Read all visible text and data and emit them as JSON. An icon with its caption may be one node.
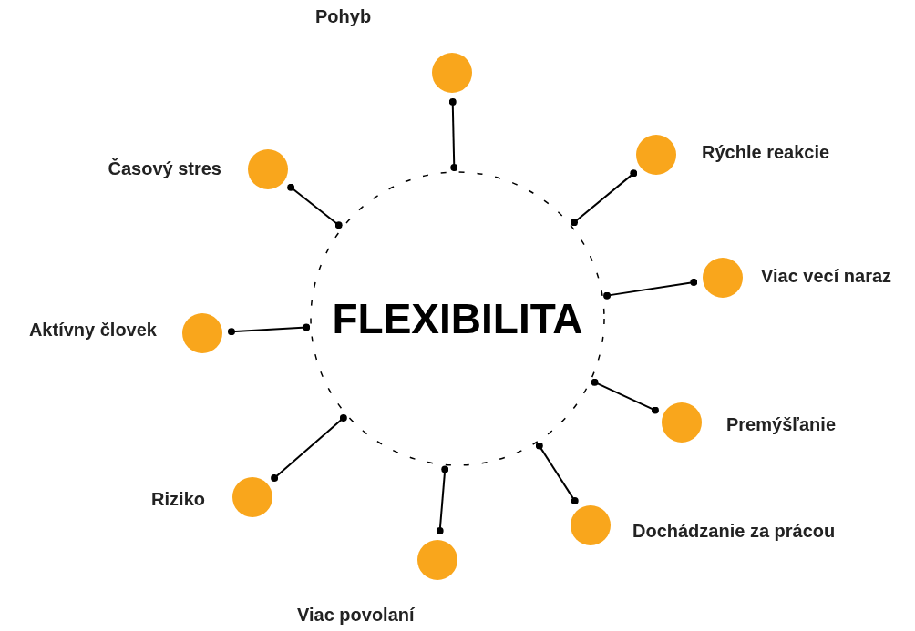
{
  "diagram": {
    "nodes": [
      {
        "text": [
          "FLEXIBILITA"
        ]
      },
      {
        "text": [],
        "shape": "circle",
        "beside": [
          "Pohyb"
        ]
      },
      {
        "text": [],
        "shape": "circle",
        "beside": [
          "Rýchle reakcie"
        ]
      },
      {
        "text": [],
        "shape": "circle",
        "beside": [
          "Viac vecí naraz"
        ]
      },
      {
        "text": [],
        "shape": "circle",
        "beside": [
          "Premýšľanie"
        ]
      },
      {
        "text": [],
        "shape": "circle",
        "beside": [
          "Dochádzanie za prácou"
        ]
      },
      {
        "text": [],
        "shape": "circle",
        "beside": [
          "Viac povolaní"
        ]
      },
      {
        "text": [],
        "shape": "circle",
        "beside": [
          "Riziko"
        ]
      },
      {
        "text": [],
        "shape": "circle",
        "beside": [
          "Aktívny človek"
        ]
      },
      {
        "text": [],
        "shape": "circle",
        "beside": [
          "Časový stres"
        ]
      }
    ],
    "edges": [
      {
        "from": 0,
        "to": 1,
        "arrow": "other"
      },
      {
        "from": 0,
        "to": 2,
        "arrow": "other"
      },
      {
        "from": 0,
        "to": 3,
        "arrow": "other"
      },
      {
        "from": 0,
        "to": 4,
        "arrow": "other"
      },
      {
        "from": 0,
        "to": 5,
        "arrow": "other"
      },
      {
        "from": 0,
        "to": 6,
        "arrow": "other"
      },
      {
        "from": 0,
        "to": 7,
        "arrow": "other"
      },
      {
        "from": 0,
        "to": 8,
        "arrow": "other"
      },
      {
        "from": 0,
        "to": 9,
        "arrow": "other"
      }
    ]
  }
}
